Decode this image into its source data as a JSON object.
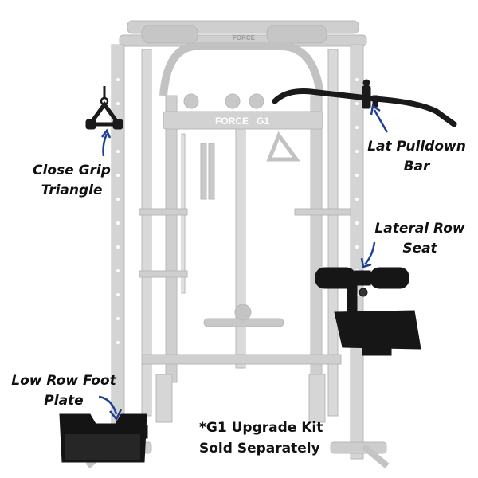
{
  "machine": {
    "brand_text": "FORCE",
    "model_text": "G1",
    "top_brand_text": "FORCE"
  },
  "callouts": {
    "close_grip": {
      "line1": "Close Grip",
      "line2": "Triangle"
    },
    "lat_pulldown": {
      "line1": "Lat Pulldown",
      "line2": "Bar"
    },
    "lateral_row": {
      "line1": "Lateral Row",
      "line2": "Seat"
    },
    "low_row": {
      "line1": "Low Row Foot",
      "line2": "Plate"
    }
  },
  "note": {
    "line1": "*G1 Upgrade Kit",
    "line2": "Sold Separately"
  },
  "colors": {
    "frame_ghost": "#c9c9c9",
    "frame_ghost_dark": "#b3b3b3",
    "accessory_black": "#1a1a1a",
    "arrow_blue": "#1f3f8f",
    "text": "#111111"
  }
}
